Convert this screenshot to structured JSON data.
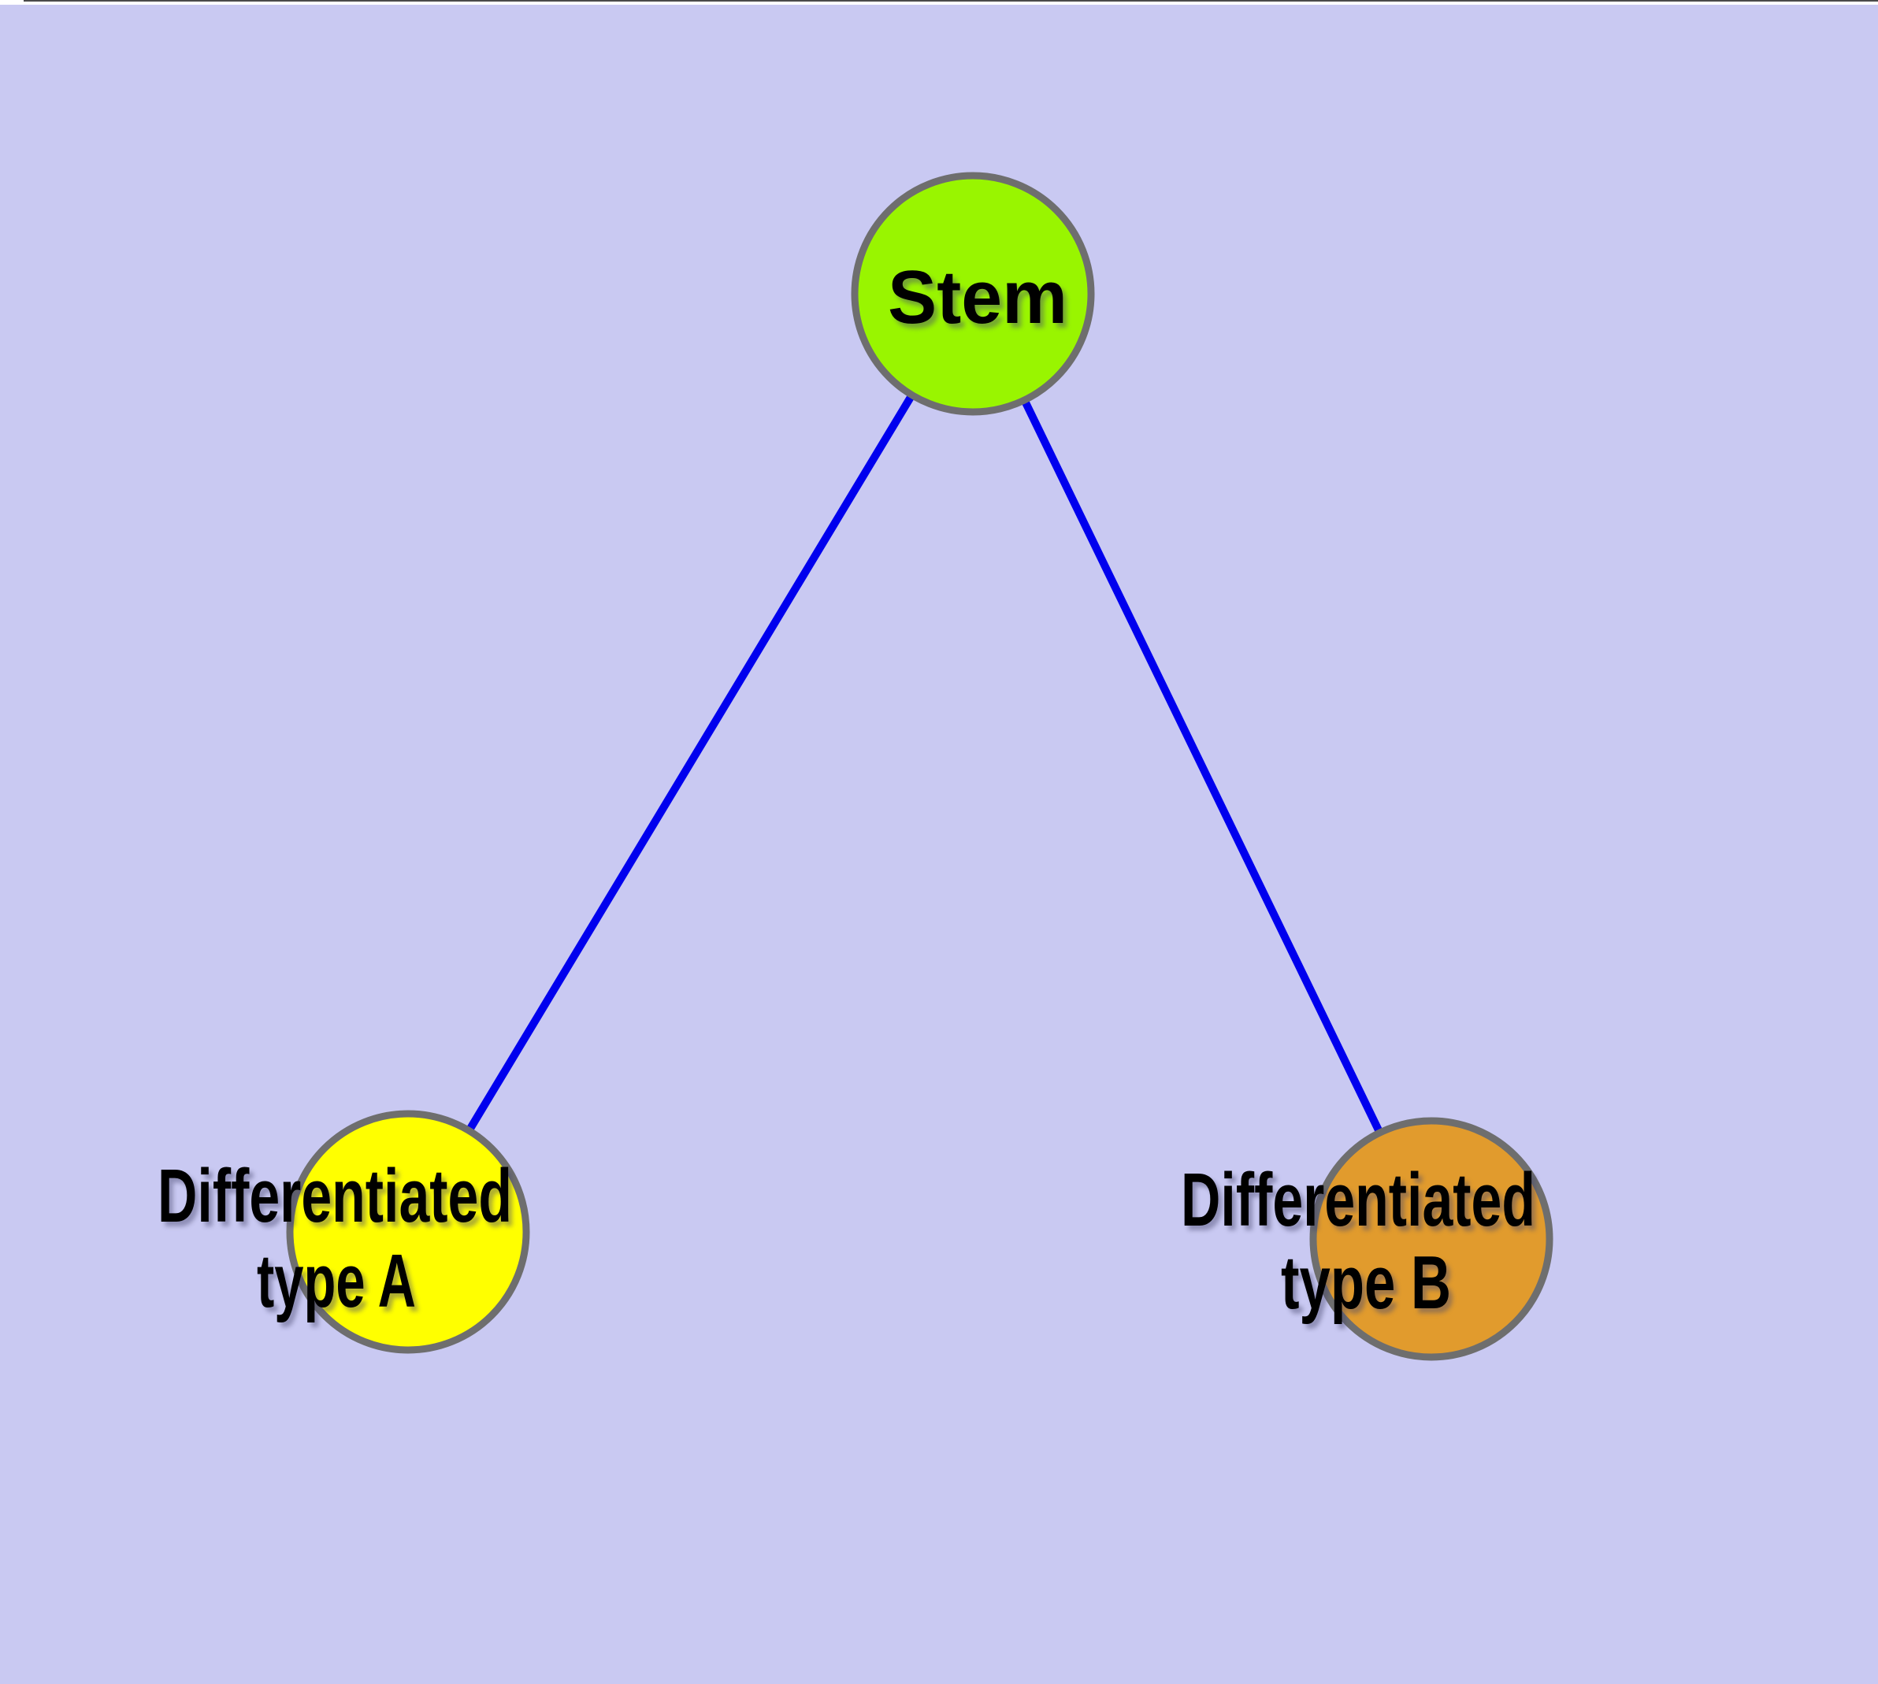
{
  "figure": {
    "type": "node-link-diagram",
    "description": "Stem cell differentiation graph with one stem node and two differentiated type nodes",
    "background_color": "#C9C9F2",
    "top_edge_line_color": "#4A4A4A",
    "top_edge_strip_color": "#FFFFFF",
    "edge_color": "#0000EE",
    "node_border_color": "#6E6E6E",
    "label_color": "#000000",
    "nodes": [
      {
        "id": "stem",
        "label": "Stem",
        "lines": [
          "Stem"
        ],
        "fill": "#99F500"
      },
      {
        "id": "differentiated-type-a",
        "label": "Differentiated type A",
        "lines": [
          "Differentiated",
          "type A"
        ],
        "fill": "#FFFF00"
      },
      {
        "id": "differentiated-type-b",
        "label": "Differentiated type B",
        "lines": [
          "Differentiated",
          "type B"
        ],
        "fill": "#E19B2D"
      }
    ],
    "edges": [
      {
        "from": "Stem",
        "to": "Differentiated type A"
      },
      {
        "from": "Stem",
        "to": "Differentiated type B"
      }
    ]
  }
}
